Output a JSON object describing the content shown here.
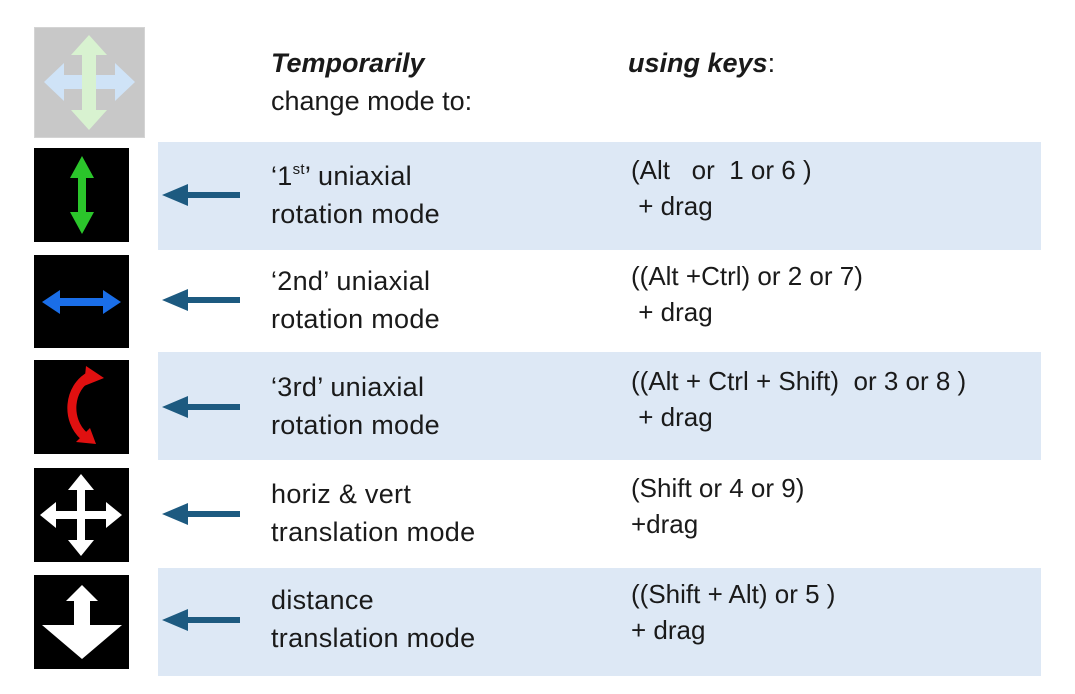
{
  "header": {
    "col1_line1": "Temporarily",
    "col1_line2": "change mode to:",
    "col2_bold": "using keys",
    "col2_colon": ":"
  },
  "colors": {
    "band": "#dde8f5",
    "arrow": "#1d5a80",
    "icon_green": "#2bc52b",
    "icon_blue": "#1a6ee8",
    "icon_red": "#e01010",
    "icon_bg": "#000000",
    "inactive_bg": "#c8c8c8",
    "inactive_v": "#d8f2d0",
    "inactive_h": "#cfe3f7"
  },
  "rows": [
    {
      "icon": "green-vertical-arrow-icon",
      "mode_line1_pre": "‘1",
      "mode_line1_sup": "st",
      "mode_line1_post": "’ uniaxial",
      "mode_line2": "rotation mode",
      "keys_line1": "(Alt   or  1 or 6 )",
      "keys_line2": " + drag"
    },
    {
      "icon": "blue-horizontal-arrow-icon",
      "mode_line1": "‘2nd’ uniaxial",
      "mode_line2": "rotation mode",
      "keys_line1": "((Alt +Ctrl) or 2 or 7)",
      "keys_line2": " + drag"
    },
    {
      "icon": "red-curved-arrow-icon",
      "mode_line1": "‘3rd’ uniaxial",
      "mode_line2": "rotation mode",
      "keys_line1": "((Alt + Ctrl + Shift)  or 3 or 8 )",
      "keys_line2": " + drag"
    },
    {
      "icon": "white-four-way-arrow-icon",
      "mode_line1": "horiz & vert",
      "mode_line2": "translation mode",
      "keys_line1": "(Shift or 4 or 9)",
      "keys_line2": "+drag"
    },
    {
      "icon": "white-up-down-arrow-icon",
      "mode_line1": "distance",
      "mode_line2": "translation mode",
      "keys_line1": "((Shift + Alt) or 5 )",
      "keys_line2": "+ drag"
    }
  ]
}
